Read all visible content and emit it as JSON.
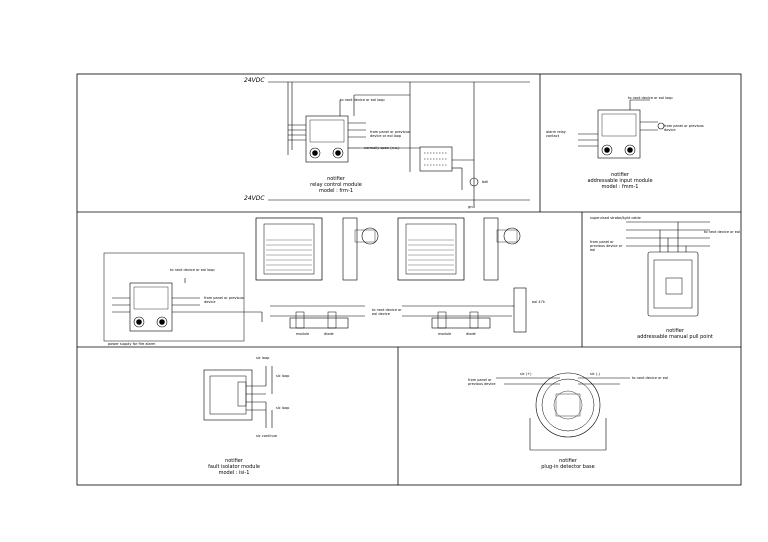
{
  "panels": {
    "relay": {
      "brand": "notifier",
      "title": "relay control module",
      "model": "model : frm-1",
      "top_line": "24VDC",
      "bottom_line": "24VDC",
      "note1": "to next device or eol loop",
      "note2": "from panel or previous device or eol loop",
      "note3": "normally open (n.o.)",
      "side": "bell",
      "gnd": "gnd"
    },
    "input": {
      "brand": "notifier",
      "title": "addressable input module",
      "model": "model : fmm-1",
      "note1": "to next device or eol loop",
      "note2": "from panel or previous device",
      "note3": "alarm relay contact"
    },
    "control": {
      "note1": "to next device or eol loop",
      "note2": "from panel or previous device",
      "note3": "to next device or eol device",
      "note4": "power supply for fire alarm",
      "label": "eol 47k",
      "diode": "diode",
      "module": "module"
    },
    "pullbox": {
      "brand": "notifier",
      "title": "addressable manual pull point",
      "note1": "to next device or eol",
      "note2": "from panel or previous device or eol",
      "note3": "supervised strobe/light cable"
    },
    "isolator": {
      "brand": "notifier",
      "title": "fault isolator module",
      "model": "model : isi-1",
      "l1": "slc loop",
      "l2": "slc loop",
      "l3": "slc loop",
      "l4": "slc continue"
    },
    "base": {
      "brand": "notifier",
      "title": "plug-in detector base",
      "note1": "from panel or previous device",
      "note2": "to next device or eol",
      "l1": "slc (+)",
      "l2": "slc (-)"
    }
  }
}
